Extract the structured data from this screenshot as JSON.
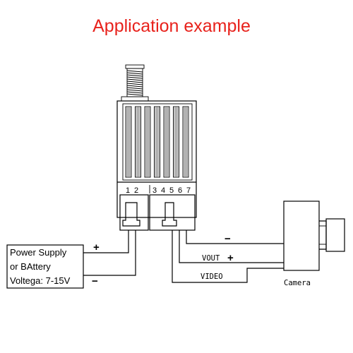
{
  "title": "Application example",
  "colors": {
    "title": "#e8221c",
    "line": "#000000",
    "background": "#ffffff"
  },
  "pins": {
    "left": [
      "1",
      "2"
    ],
    "right": [
      "3",
      "4",
      "5",
      "6",
      "7"
    ]
  },
  "power_supply": {
    "line1": "Power Supply",
    "line2": "or BAttery",
    "line3": "Voltega: 7-15V"
  },
  "labels": {
    "plus_power": "+",
    "minus_power": "−",
    "minus_camera": "−",
    "vout": "VOUT",
    "vout_plus": "+",
    "video": "VIDEO",
    "camera": "Camera"
  }
}
